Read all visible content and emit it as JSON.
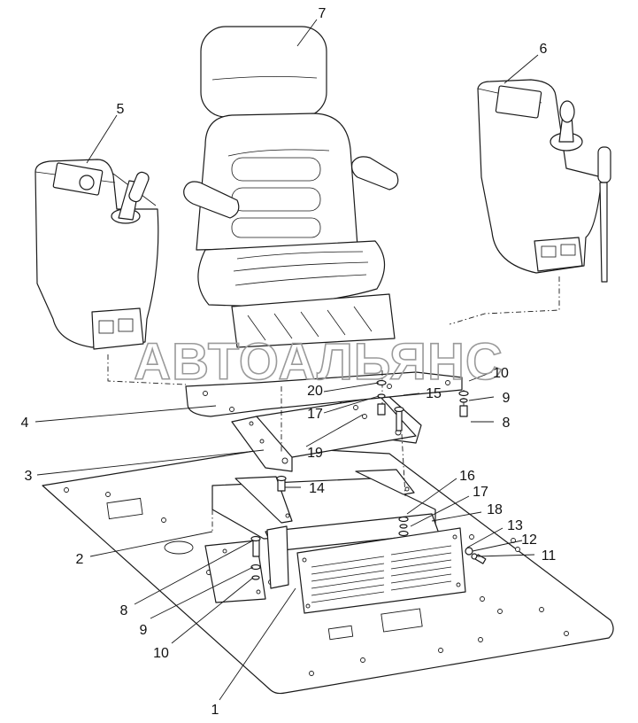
{
  "watermark": "АВТОАЛЬЯНС",
  "callouts": [
    {
      "id": "c1",
      "text": "1"
    },
    {
      "id": "c2",
      "text": "2"
    },
    {
      "id": "c3",
      "text": "3"
    },
    {
      "id": "c4",
      "text": "4"
    },
    {
      "id": "c5",
      "text": "5"
    },
    {
      "id": "c6",
      "text": "6"
    },
    {
      "id": "c7",
      "text": "7"
    },
    {
      "id": "c8a",
      "text": "8"
    },
    {
      "id": "c8b",
      "text": "8"
    },
    {
      "id": "c9a",
      "text": "9"
    },
    {
      "id": "c9b",
      "text": "9"
    },
    {
      "id": "c10a",
      "text": "10"
    },
    {
      "id": "c10b",
      "text": "10"
    },
    {
      "id": "c11",
      "text": "11"
    },
    {
      "id": "c12",
      "text": "12"
    },
    {
      "id": "c13",
      "text": "13"
    },
    {
      "id": "c14",
      "text": "14"
    },
    {
      "id": "c15",
      "text": "15"
    },
    {
      "id": "c16",
      "text": "16"
    },
    {
      "id": "c17a",
      "text": "17"
    },
    {
      "id": "c17b",
      "text": "17"
    },
    {
      "id": "c18",
      "text": "18"
    },
    {
      "id": "c19",
      "text": "19"
    },
    {
      "id": "c20",
      "text": "20"
    }
  ]
}
